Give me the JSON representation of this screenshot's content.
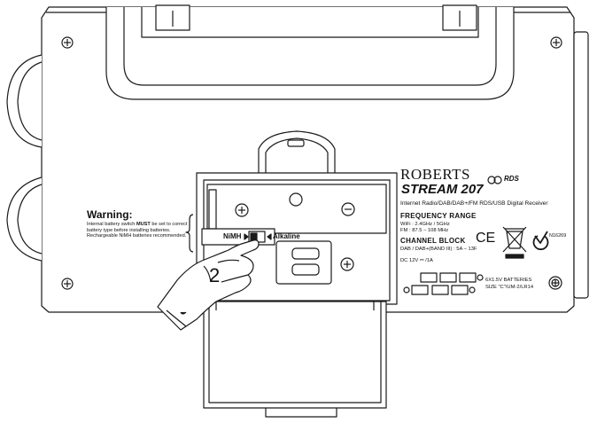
{
  "label": {
    "brand": "ROBERTS",
    "model": "STREAM 207",
    "rds_logo": "RDS",
    "description": "Internet Radio/DAB/DAB+/FM RDS/USB Digital Receiver",
    "freq_heading": "FREQUENCY RANGE",
    "wifi_range": "WiFi : 2.4GHz / 5GHz",
    "fm_range": "FM : 87.5 – 108 MHz",
    "channel_heading": "CHANNEL BLOCK",
    "channel_range": "DAB / DAB+(BAND III) : 5A – 13F",
    "dc_rating": "DC 12V ⎓ /1A",
    "ce_mark": "CE",
    "cert_code": "N16269",
    "battery_spec_1": "6X1.5V BATTERIES",
    "battery_spec_2": "SIZE \"C\"/UM-2/LR14"
  },
  "warning": {
    "title": "Warning:",
    "body_pre": "Internal battery switch ",
    "body_bold": "MUST",
    "body_post": " be set to correct battery type before installing batteries. Rechargeable NiMH batteries recommended."
  },
  "switch": {
    "left_label": "NiMH",
    "right_label": "Alkaline"
  },
  "step_number": "2",
  "colors": {
    "line": "#1a1a1a",
    "face": "#ffffff",
    "shade": "#e6e6e6"
  }
}
